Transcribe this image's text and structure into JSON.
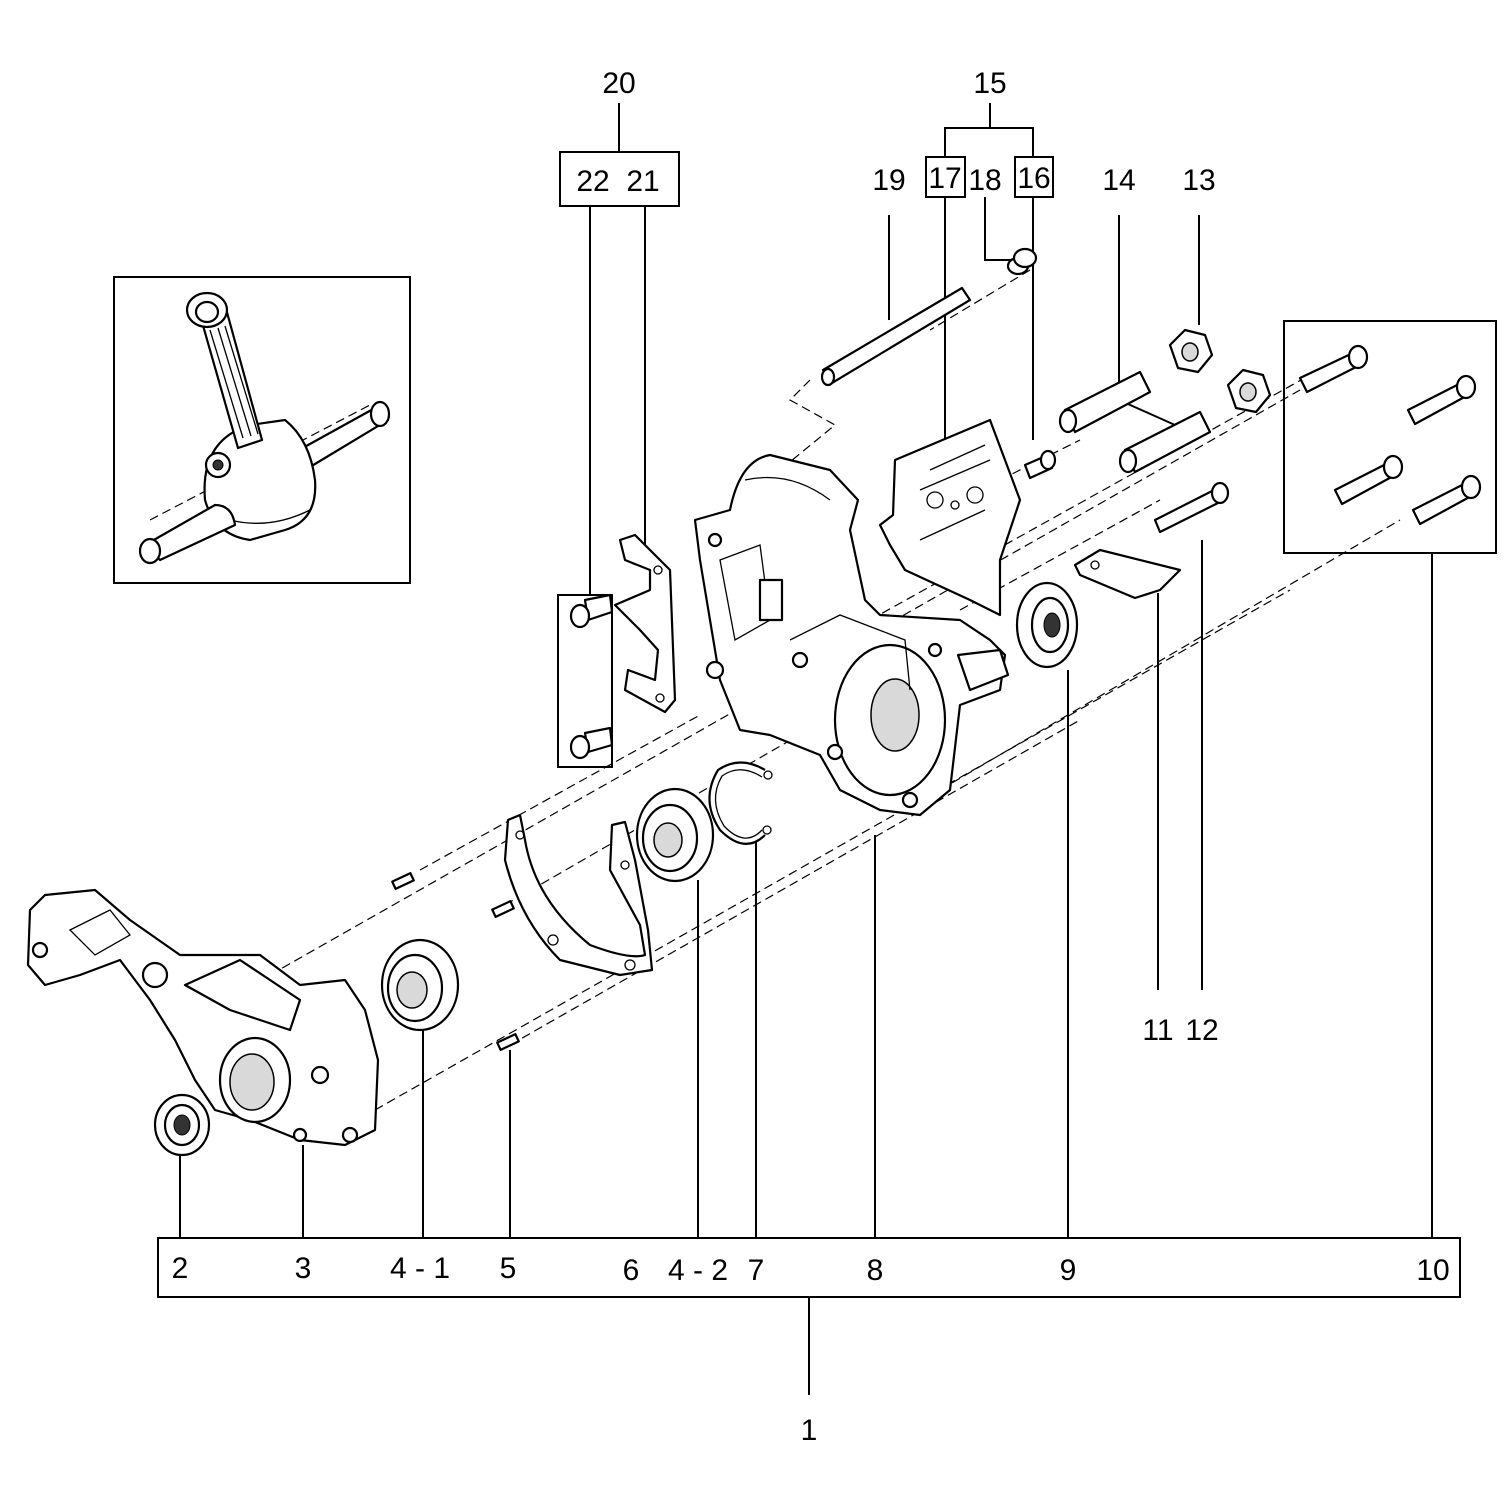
{
  "labels": {
    "l1": "1",
    "l2": "2",
    "l3": "3",
    "l4_1": "4 - 1",
    "l5": "5",
    "l6": "6",
    "l4_2": "4 - 2",
    "l7": "7",
    "l8": "8",
    "l9": "9",
    "l10": "10",
    "l11": "11",
    "l12": "12",
    "l13": "13",
    "l14": "14",
    "l15": "15",
    "l16": "16",
    "l17": "17",
    "l18": "18",
    "l19": "19",
    "l20": "20",
    "l21": "21",
    "l22": "22"
  }
}
